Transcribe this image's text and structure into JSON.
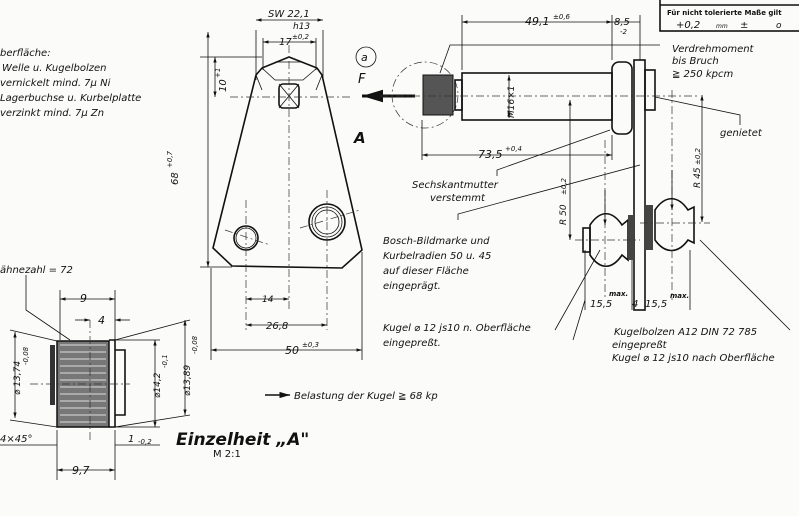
{
  "title_block": {
    "heading": "Für nicht tolerierte Maße gilt",
    "tolerance": "+0,2",
    "unit": "mm",
    "plusminus": "±",
    "zero": "o"
  },
  "surface_note": {
    "title": "berfläche:",
    "line1": "Welle u. Kugelbolzen",
    "line2": "vernickelt mind. 7µ Ni",
    "line3": "Lagerbuchse u. Kurbelplatte",
    "line4": "verzinkt mind. 7µ Zn"
  },
  "crank_plate": {
    "sw": "SW 22,1",
    "sw_tol": "h13",
    "width17": "17",
    "width17_tol": "±0,2",
    "h10": "10",
    "h10_tol": "+1",
    "h68": "68",
    "h68_tol": "+0,7",
    "d14": "14",
    "d268": "26,8",
    "d50": "50",
    "d50_tol": "±0,3"
  },
  "shaft": {
    "detail_marker": "a",
    "force": "F",
    "view": "A",
    "len491": "49,1",
    "len491_tol": "±0,6",
    "len85": "8,5",
    "len85_tol": "-2",
    "len735": "73,5",
    "len735_tol": "+0,4",
    "thread": "M16×1",
    "torque1": "Verdrehmoment",
    "torque2": "bis Bruch",
    "torque3": "≧ 250 kpcm",
    "riveted": "genietet"
  },
  "notes": {
    "hexnut1": "Sechskantmutter",
    "hexnut2": "verstemmt",
    "bosch1": "Bosch-Bildmarke und",
    "bosch2": "Kurbelradien 50 u. 45",
    "bosch3": "auf dieser Fläche",
    "bosch4": "eingeprägt.",
    "ball1": "Kugel ⌀ 12 js10 n. Oberfläche",
    "ball2": "eingepreßt.",
    "pin1": "Kugelbolzen A12 DIN 72 785",
    "pin2": "eingepreßt",
    "pin3": "Kugel ⌀ 12 js10 nach Oberfläche",
    "load": "Belastung der Kugel ≧ 68 kp"
  },
  "assembly": {
    "r50": "R 50",
    "r50_tol": "±0,2",
    "r45": "R 45",
    "r45_tol": "±0,2",
    "max1": "max.",
    "d155a": "15,5",
    "d4": "4",
    "d155b": "15,5",
    "max2": "max."
  },
  "detail_a": {
    "teeth": "ähnezahl = 72",
    "d9": "9",
    "d4": "4",
    "dia1374": "⌀ 13,74",
    "dia1374_tol": "-0,08",
    "dia142": "⌀14,2",
    "dia142_tol": "-0,1",
    "dia1389": "⌀13,89",
    "dia1389_tol": "-0,08",
    "chamfer": "4×45°",
    "d1": "1",
    "d1_tol": "-0,2",
    "d97": "9,7",
    "title": "Einzelheit „A\"",
    "scale": "M 2:1"
  }
}
